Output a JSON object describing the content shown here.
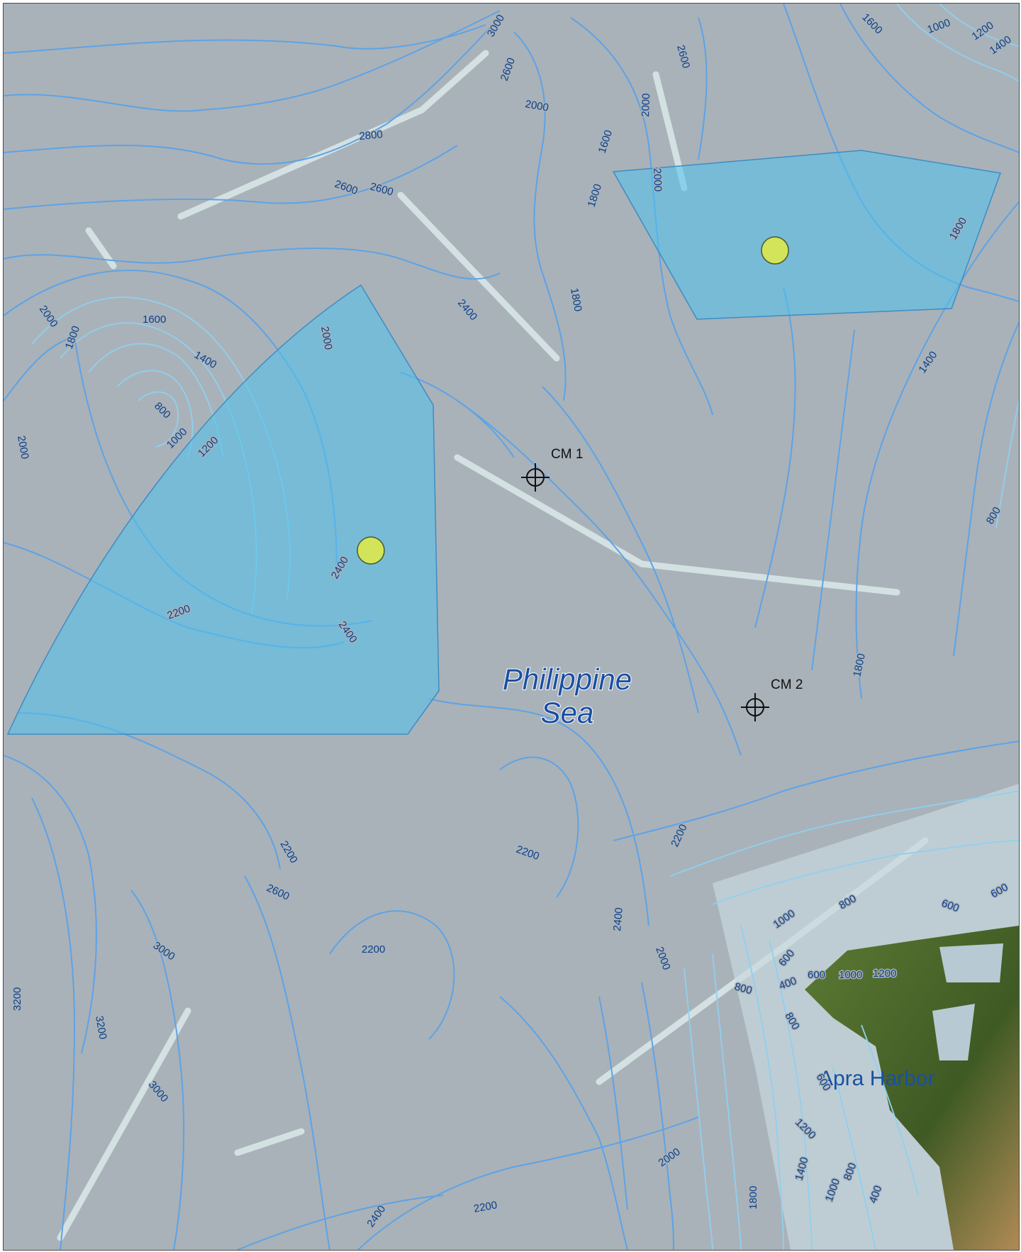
{
  "map": {
    "sea_label_line1": "Philippine",
    "sea_label_line2": "Sea",
    "place_label": "Apra Harbor",
    "markers": [
      {
        "label": "CM 1"
      },
      {
        "label": "CM 2"
      }
    ],
    "contour_labels": [
      "3000",
      "2600",
      "2000",
      "2600",
      "1600",
      "1000",
      "1200",
      "1400",
      "2800",
      "2600",
      "2600",
      "2000",
      "1600",
      "1800",
      "2000",
      "2400",
      "1800",
      "1800",
      "2000",
      "1800",
      "1600",
      "1400",
      "2000",
      "800",
      "1000",
      "1200",
      "2000",
      "1400",
      "800",
      "2400",
      "2200",
      "2400",
      "1800",
      "2200",
      "2600",
      "2200",
      "2200",
      "2400",
      "3000",
      "2200",
      "2000",
      "800",
      "600",
      "600",
      "1000",
      "600",
      "800",
      "400",
      "600",
      "1000",
      "1200",
      "800",
      "3200",
      "3200",
      "3000",
      "600",
      "1200",
      "2000",
      "2200",
      "2400",
      "1400",
      "1800",
      "1000",
      "800",
      "400"
    ],
    "colors": {
      "sea": "#a9b2b9",
      "contour": "#5da3e6",
      "zone_fill": "#4fc3ee",
      "site_marker": "#d4e45a",
      "land": "#4f6b2e"
    }
  }
}
